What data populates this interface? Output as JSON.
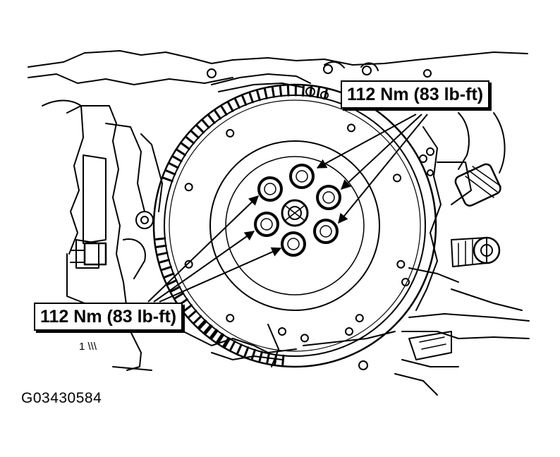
{
  "callouts": {
    "top": "112 Nm (83 lb-ft)",
    "bottom": "112 Nm (83 lb-ft)"
  },
  "figure_id": "G03430584",
  "mark_label": "1 \\\\\\",
  "bolts": {
    "count": 6,
    "icon": "bolt-icon"
  },
  "colors": {
    "line": "#000000",
    "background": "#ffffff"
  }
}
